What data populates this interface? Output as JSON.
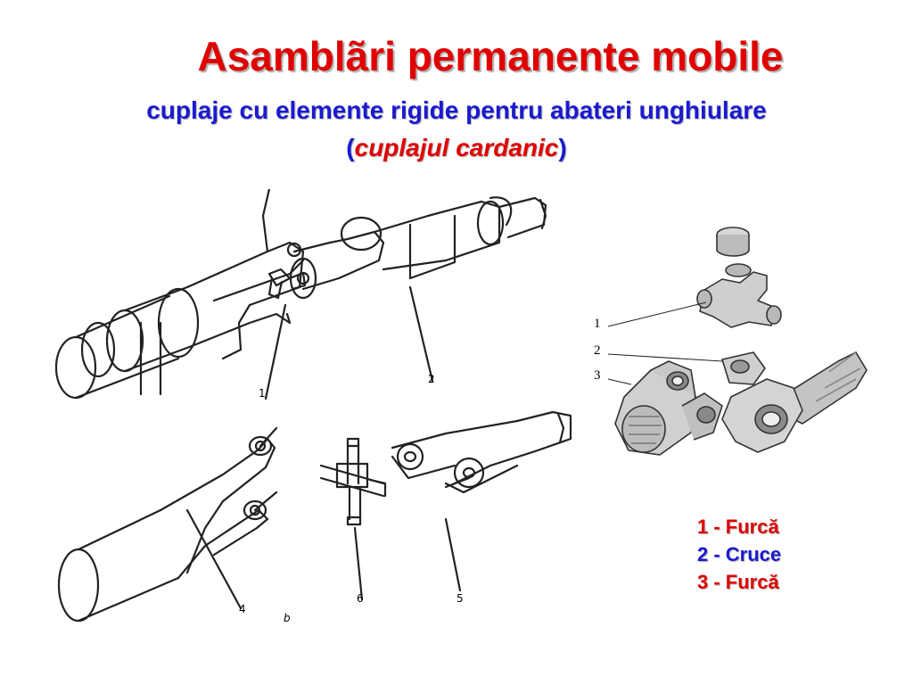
{
  "slide": {
    "title": "Asamblãri permanente mobile",
    "subtitle": "cuplaje cu elemente rigide pentru abateri unghiulare",
    "subtitle2_open": "(",
    "subtitle2_em": "cuplajul cardanic",
    "subtitle2_close": ")"
  },
  "figure_top": {
    "labels": [
      "1",
      "2"
    ]
  },
  "figure_bottom": {
    "labels": [
      "4",
      "6",
      "5",
      "b"
    ]
  },
  "figure_photo": {
    "labels": [
      "1",
      "2",
      "3"
    ]
  },
  "legend": {
    "items": [
      {
        "text": "1 - Furcă",
        "color": "#e00000"
      },
      {
        "text": "2 - Cruce",
        "color": "#1a1ad0"
      },
      {
        "text": "3 - Furcă",
        "color": "#e00000"
      }
    ]
  }
}
